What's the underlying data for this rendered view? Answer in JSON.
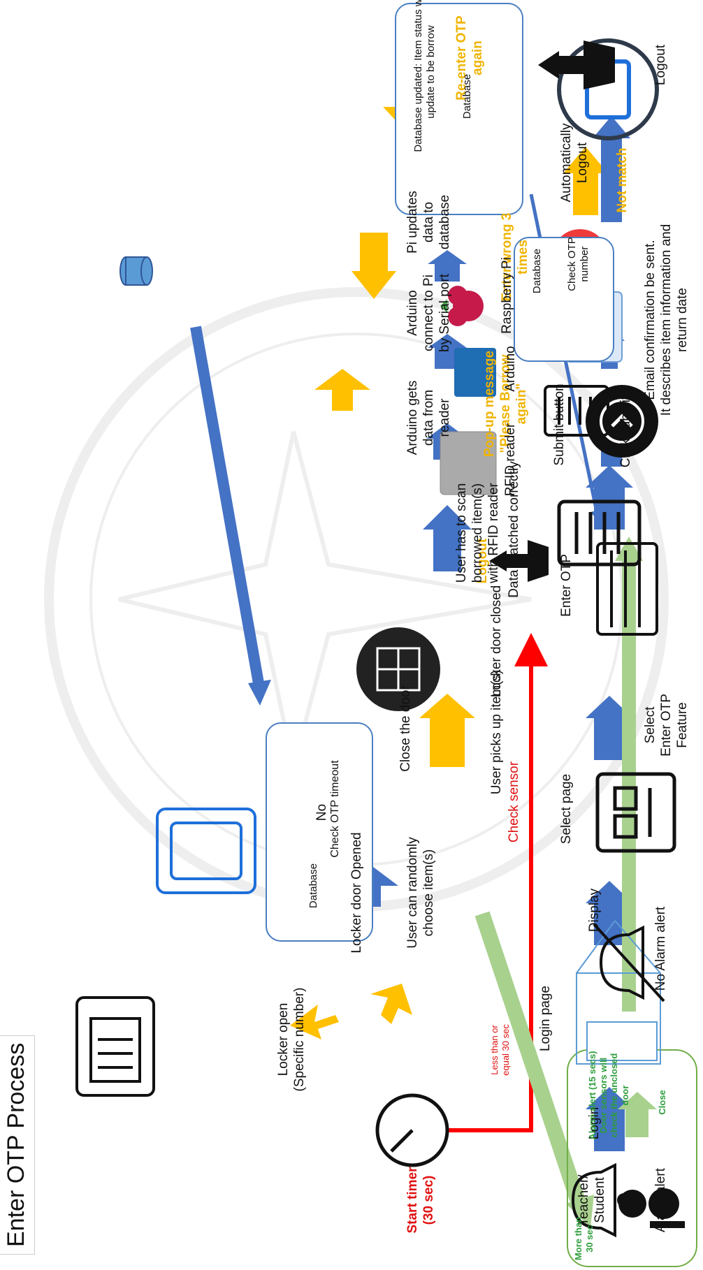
{
  "title": "Enter OTP Process",
  "steps": {
    "teacher_student": "Teacher/\nStudent",
    "login": "Login",
    "login_page": "Login page",
    "display": "Display",
    "select_page": "Select page",
    "select_feature": "Select\nEnter OTP\nFeature",
    "enter_otp": "Enter OTP",
    "submit_button": "Submit button",
    "check_otp_number": "Check OTP\nnumber",
    "database": "Database",
    "not_match": "Not match",
    "reenter_otp": "Re-enter OTP\nagain",
    "enter_wrong": "Enter wrong 3\ntimes",
    "popup_message": "Pop-up message\n\"Please Borrow\nagain\"",
    "logout": "Logout",
    "data_matched": "Data matched correctly",
    "check_otp_timeout": "Check OTP timeout",
    "no": "No",
    "locker_open": "Locker open\n(Specific number)",
    "locker_door_opened": "Locker door Opened",
    "user_can_choose": "User can randomly\nchoose item(s)",
    "user_picks_up": "User picks up item(s)",
    "close_the_door": "Close the door",
    "locker_door_closed": "Locker door closed",
    "user_scan": "User has to scan\nborrowed item(s)\nwith RFID reader",
    "rfid_reader": "RFID reader",
    "arduino_gets": "Arduino gets\ndata from\nreader",
    "arduino": "Arduino",
    "arduino_connect": "Arduino\nconnect to Pi\nby Serial port",
    "raspberry_pi": "Raspberry Pi",
    "pi_updates": "Pi updates\ndata to\ndatabase",
    "db_updated": "Database updated: Item status will\nupdate to be borrow",
    "database_2": "Database",
    "click_submit": "Click submit",
    "email_confirmation": "Email confirmation be sent.\nIt describes item information and\nreturn date",
    "auto_logout": "Automatically\nLogout",
    "logout_2": "Logout",
    "start_timer": "Start timer\n(30 sec)",
    "less_than": "Less than or\nequal 30 sec",
    "check_sensor": "Check sensor",
    "more_than": "More than\n30 sec",
    "alarm_alert_text": "Alarm alert (15 secs)\nDoor sensors will\ncheck the unclosed\ndoor",
    "close": "Close",
    "alarm_alert": "Alarm alert",
    "no_alarm_alert": "No Alarm alert",
    "database_3": "Database"
  },
  "colors": {
    "blue_arrow": "#4472c4",
    "orange_arrow": "#ffc000",
    "green_arrow": "#a9d18e",
    "red_line": "#ff0000",
    "box_border_blue": "#5b9bd5",
    "box_border_green": "#70ad47"
  }
}
